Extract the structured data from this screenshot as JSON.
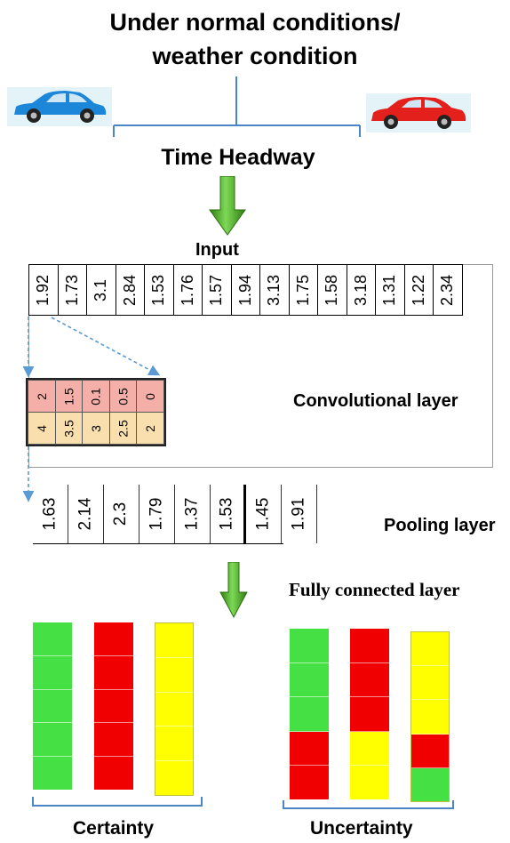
{
  "header": {
    "line1": "Under normal conditions/",
    "line2": "weather condition"
  },
  "headway_label": "Time Headway",
  "input_label": "Input",
  "input_values": [
    "1.92",
    "1.73",
    "3.1",
    "2.84",
    "1.53",
    "1.76",
    "1.57",
    "1.94",
    "3.13",
    "1.75",
    "1.58",
    "3.18",
    "1.31",
    "1.22",
    "2.34"
  ],
  "kernel": {
    "row1": [
      "2",
      "1.5",
      "0.1",
      "0.5",
      "0"
    ],
    "row2": [
      "4",
      "3.5",
      "3",
      "2.5",
      "2"
    ],
    "row1_color": "#f4b0a8",
    "row2_color": "#f9dfad"
  },
  "conv_label": "Convolutional layer",
  "pooling_values": [
    "1.63",
    "2.14",
    "2.3",
    "1.79",
    "1.37",
    "1.53",
    "1.45",
    "1.91"
  ],
  "pooling_label": "Pooling layer",
  "fc_label": "Fully connected layer",
  "output": {
    "certainty": {
      "label": "Certainty",
      "columns": [
        [
          "green",
          "green",
          "green",
          "green",
          "green"
        ],
        [
          "red",
          "red",
          "red",
          "red",
          "red"
        ],
        [
          "yellow",
          "yellow",
          "yellow",
          "yellow",
          "yellow"
        ]
      ]
    },
    "uncertainty": {
      "label": "Uncertainty",
      "columns": [
        [
          "green",
          "green",
          "green",
          "red",
          "red"
        ],
        [
          "red",
          "red",
          "red",
          "yellow",
          "yellow"
        ],
        [
          "yellow",
          "yellow",
          "yellow",
          "red",
          "green"
        ]
      ]
    }
  },
  "colors": {
    "green": "#44e044",
    "red": "#f00000",
    "yellow": "#ffff00",
    "arrow": "#3f9e1e",
    "connector": "#4a86c5",
    "dashed": "#5b9bd5"
  },
  "icons": [
    "blue-car-icon",
    "red-car-icon",
    "down-arrow-icon"
  ]
}
